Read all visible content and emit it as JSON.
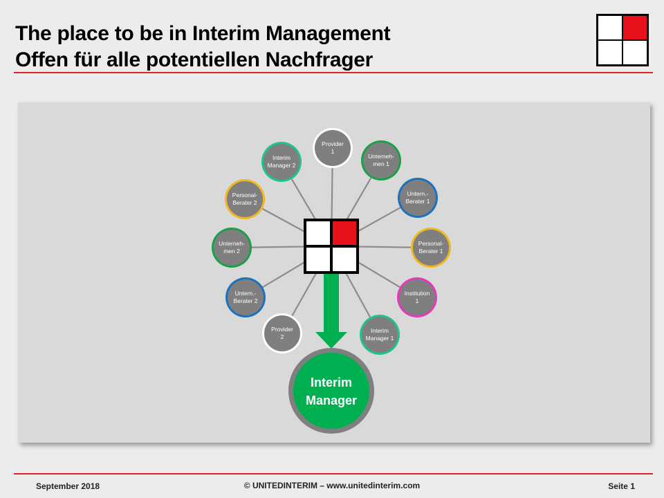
{
  "header": {
    "title_line1": "The place to be in Interim Management",
    "title_line2": "Offen für alle potentiellen Nachfrager"
  },
  "colors": {
    "accent": "#e02020",
    "logo_red": "#e8101a",
    "node_fill": "#7f7f7f",
    "hub_arrow": "#00b050",
    "panel": "#d9d9d9"
  },
  "diagram": {
    "center_label": "Interim Manager",
    "nodes": [
      {
        "id": "provider-1",
        "lines": [
          "Provider",
          "1"
        ],
        "ring": "#ffffff"
      },
      {
        "id": "unternehmen-1",
        "lines": [
          "Unterneh-",
          "men 1"
        ],
        "ring": "#1aa04a"
      },
      {
        "id": "untern-berater-1",
        "lines": [
          "Untern.-",
          "Berater 1"
        ],
        "ring": "#1f6fc0"
      },
      {
        "id": "personal-berater-1",
        "lines": [
          "Personal-",
          "Berater 1"
        ],
        "ring": "#f0b820"
      },
      {
        "id": "institution-1",
        "lines": [
          "Institution",
          "1"
        ],
        "ring": "#e23ab8"
      },
      {
        "id": "interim-manager-1",
        "lines": [
          "Interim",
          "Manager 1"
        ],
        "ring": "#1cc492"
      },
      {
        "id": "provider-2",
        "lines": [
          "Provider",
          "2"
        ],
        "ring": "#ffffff"
      },
      {
        "id": "untern-berater-2",
        "lines": [
          "Untern.-",
          "Berater 2"
        ],
        "ring": "#1f6fc0"
      },
      {
        "id": "unternehmen-2",
        "lines": [
          "Unterneh-",
          "men 2"
        ],
        "ring": "#1aa04a"
      },
      {
        "id": "personal-berater-2",
        "lines": [
          "Personal-",
          "Berater 2"
        ],
        "ring": "#f0b820"
      },
      {
        "id": "interim-manager-2",
        "lines": [
          "Interim",
          "Manager 2"
        ],
        "ring": "#1cc492"
      }
    ]
  },
  "footer": {
    "date": "September 2018",
    "copyright": "© UNITEDINTERIM  – www.unitedinterim.com",
    "page": "Seite 1"
  }
}
